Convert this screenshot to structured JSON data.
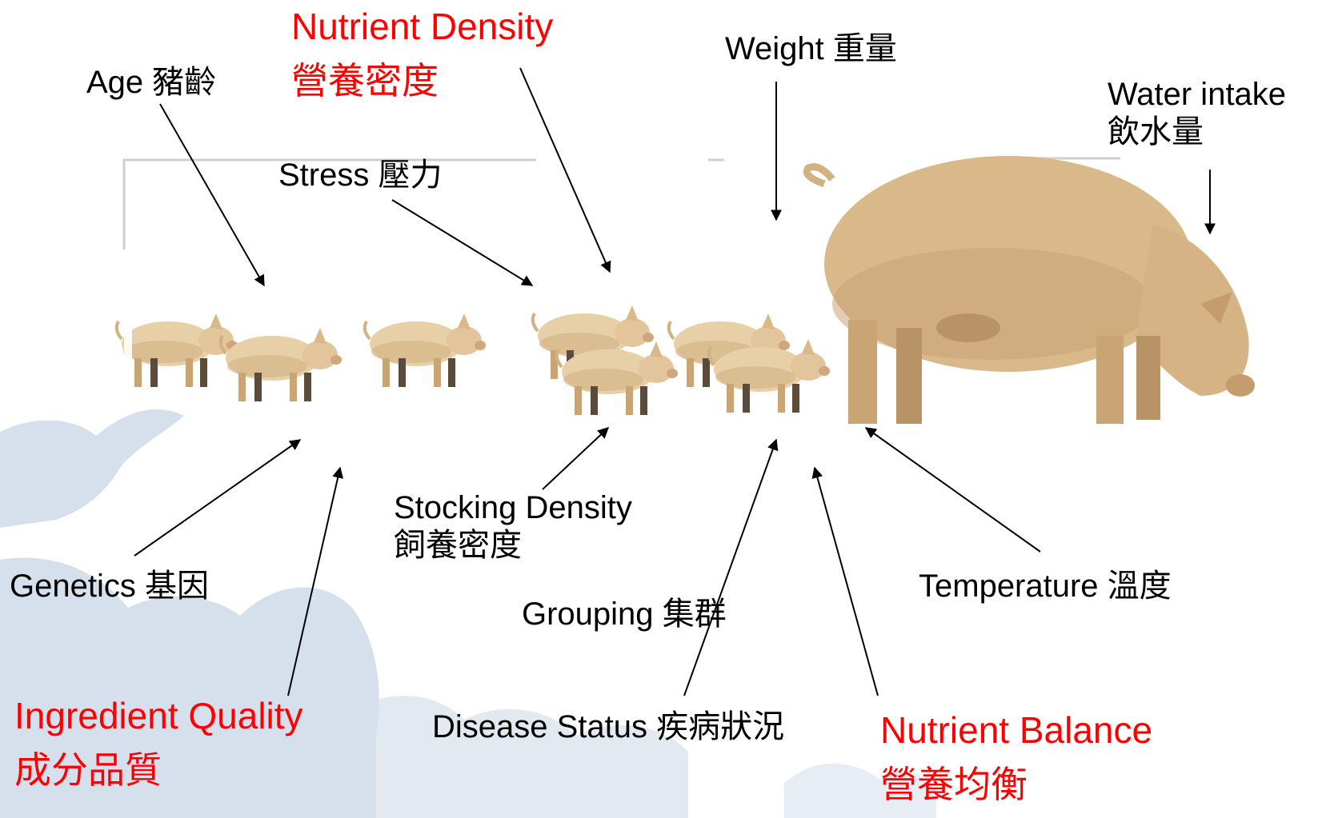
{
  "colors": {
    "text": "#000000",
    "highlight": "#ff0000",
    "pig_body": "#d9b98a",
    "pig_shadow": "#a9825a",
    "background_silhouette": "#c9d6e6"
  },
  "labels": {
    "age": {
      "en": "Age",
      "zh": "豬齡"
    },
    "nutrient_density": {
      "en": "Nutrient Density",
      "zh": "營養密度"
    },
    "weight": {
      "en": "Weight",
      "zh": "重量"
    },
    "water_intake": {
      "en": "Water intake",
      "zh": "飲水量"
    },
    "stress": {
      "en": "Stress",
      "zh": "壓力"
    },
    "genetics": {
      "en": "Genetics",
      "zh": "基因"
    },
    "stocking_density": {
      "en": "Stocking Density",
      "zh": "飼養密度"
    },
    "grouping": {
      "en": "Grouping",
      "zh": "集群"
    },
    "temperature": {
      "en": "Temperature",
      "zh": "溫度"
    },
    "ingredient_quality": {
      "en": "Ingredient Quality",
      "zh": "成分品質"
    },
    "disease_status": {
      "en": "Disease Status",
      "zh": "疾病狀況"
    },
    "nutrient_balance": {
      "en": "Nutrient Balance",
      "zh": "營養均衡"
    }
  }
}
